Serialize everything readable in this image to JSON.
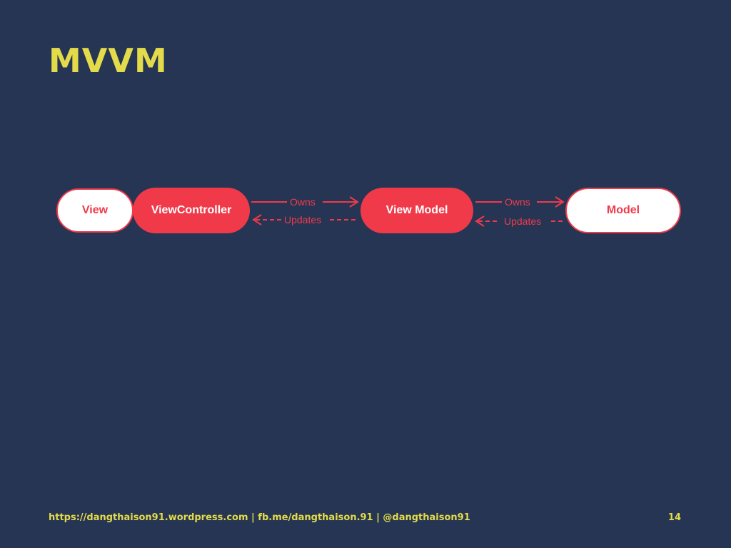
{
  "slide": {
    "title": "MVVM",
    "footer": "https://dangthaison91.wordpress.com | fb.me/dangthaison.91 | @dangthaison91",
    "page_number": "14"
  },
  "diagram": {
    "nodes": {
      "view": "View",
      "view_controller": "ViewController",
      "view_model": "View Model",
      "model": "Model"
    },
    "edges": {
      "vc_owns_vm": "Owns",
      "vm_updates_vc": "Updates",
      "vm_owns_model": "Owns",
      "model_updates_vm": "Updates"
    }
  },
  "colors": {
    "background": "#253553",
    "title": "#e4db4a",
    "accent": "#f03a4a"
  }
}
